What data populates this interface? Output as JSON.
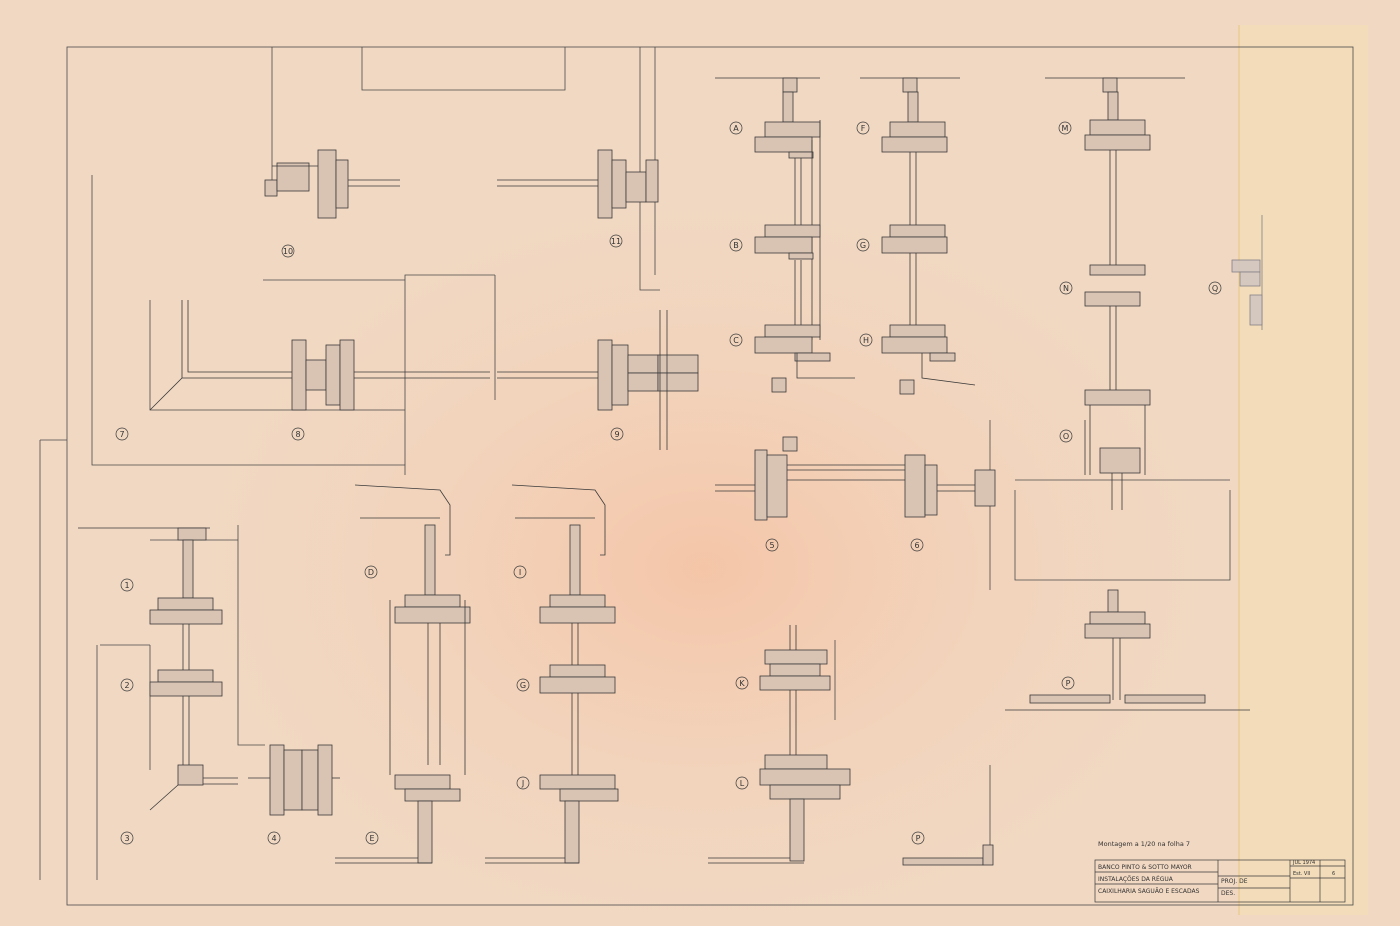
{
  "colors": {
    "paper": "#f1d8c2",
    "paper_warm": "#f3c9ad",
    "ink": "#3a3a3a",
    "wood_fill": "#d9c4b3",
    "tape_overlay": "#f2e0b4"
  },
  "detail_labels": {
    "d10": "10",
    "d11": "11",
    "d7": "7",
    "d8": "8",
    "d9": "9",
    "d1": "1",
    "d2": "2",
    "d3": "3",
    "d4": "4",
    "d5": "5",
    "d6": "6",
    "A": "A",
    "B": "B",
    "C": "C",
    "F": "F",
    "G1": "G",
    "H": "H",
    "M": "M",
    "N": "N",
    "O": "O",
    "Q": "Q",
    "D": "D",
    "E": "E",
    "I": "I",
    "G2": "G",
    "J": "J",
    "K": "K",
    "L": "L",
    "P1": "P",
    "P2": "P"
  },
  "note": "Montagem a 1/20 na folha 7",
  "title_block": {
    "client": "BANCO PINTO & SOTTO MAYOR",
    "project": "INSTALAÇÕES DA RÉGUA",
    "drawing": "CAIXILHARIA  SAGUÃO  E  ESCADAS",
    "field_proj": "PROJ. DE",
    "field_des": "DES.",
    "date": "JUL 1974",
    "sheet_code": "Est. VII",
    "sheet_num": "6"
  }
}
